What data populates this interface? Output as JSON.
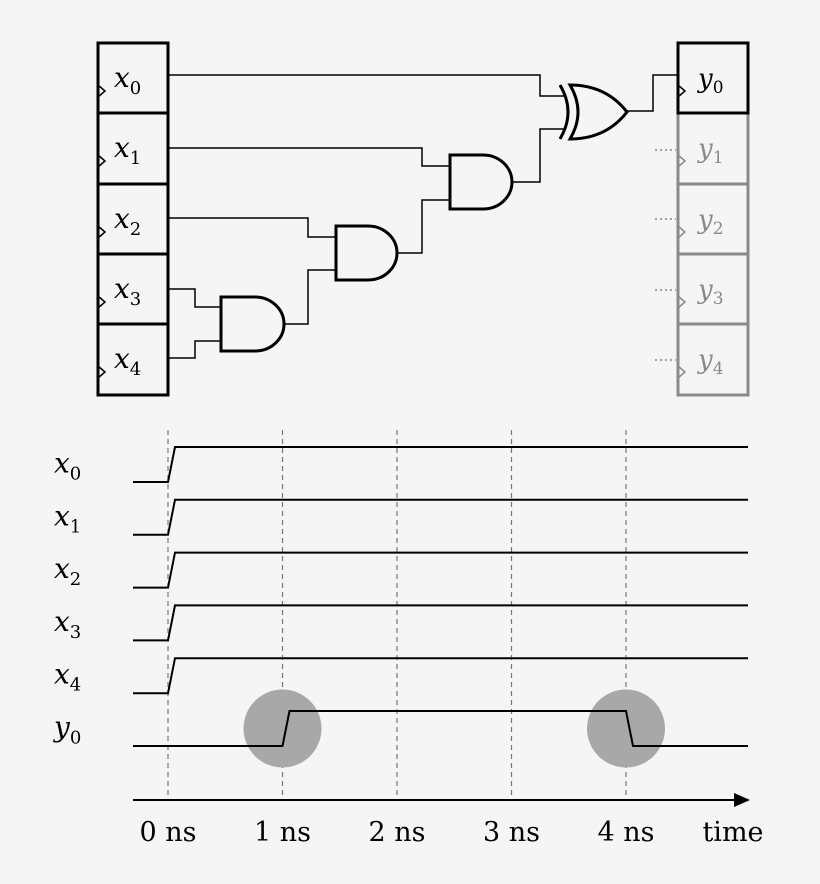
{
  "inputs": [
    {
      "name": "x",
      "sub": "0"
    },
    {
      "name": "x",
      "sub": "1"
    },
    {
      "name": "x",
      "sub": "2"
    },
    {
      "name": "x",
      "sub": "3"
    },
    {
      "name": "x",
      "sub": "4"
    }
  ],
  "outputs": [
    {
      "name": "y",
      "sub": "0",
      "active": true
    },
    {
      "name": "y",
      "sub": "1",
      "active": false
    },
    {
      "name": "y",
      "sub": "2",
      "active": false
    },
    {
      "name": "y",
      "sub": "3",
      "active": false
    },
    {
      "name": "y",
      "sub": "4",
      "active": false
    }
  ],
  "gates": [
    {
      "type": "AND",
      "inputs": [
        "x3",
        "x4"
      ]
    },
    {
      "type": "AND",
      "inputs": [
        "x2",
        "AND(x3,x4)"
      ]
    },
    {
      "type": "AND",
      "inputs": [
        "x1",
        "AND(x2,x3,x4)"
      ]
    },
    {
      "type": "XOR",
      "inputs": [
        "x0",
        "AND(x1,x2,x3,x4)"
      ],
      "output": "y0"
    }
  ],
  "timing": {
    "signals": [
      {
        "name": "x",
        "sub": "0"
      },
      {
        "name": "x",
        "sub": "1"
      },
      {
        "name": "x",
        "sub": "2"
      },
      {
        "name": "x",
        "sub": "3"
      },
      {
        "name": "x",
        "sub": "4"
      },
      {
        "name": "y",
        "sub": "0"
      }
    ],
    "ticks": [
      "0 ns",
      "1 ns",
      "2 ns",
      "3 ns",
      "4 ns"
    ],
    "axis_label": "time",
    "waveforms": {
      "x0": {
        "rise": 0.0
      },
      "x1": {
        "rise": 0.0
      },
      "x2": {
        "rise": 0.0
      },
      "x3": {
        "rise": 0.0
      },
      "x4": {
        "rise": 0.0
      },
      "y0": {
        "rise": 1.0,
        "fall": 4.0
      }
    },
    "highlights_ns": [
      1,
      4
    ],
    "colors": {
      "highlight": "#a8a8a8",
      "inactive": "#8a8a8a",
      "line": "#000000"
    }
  }
}
